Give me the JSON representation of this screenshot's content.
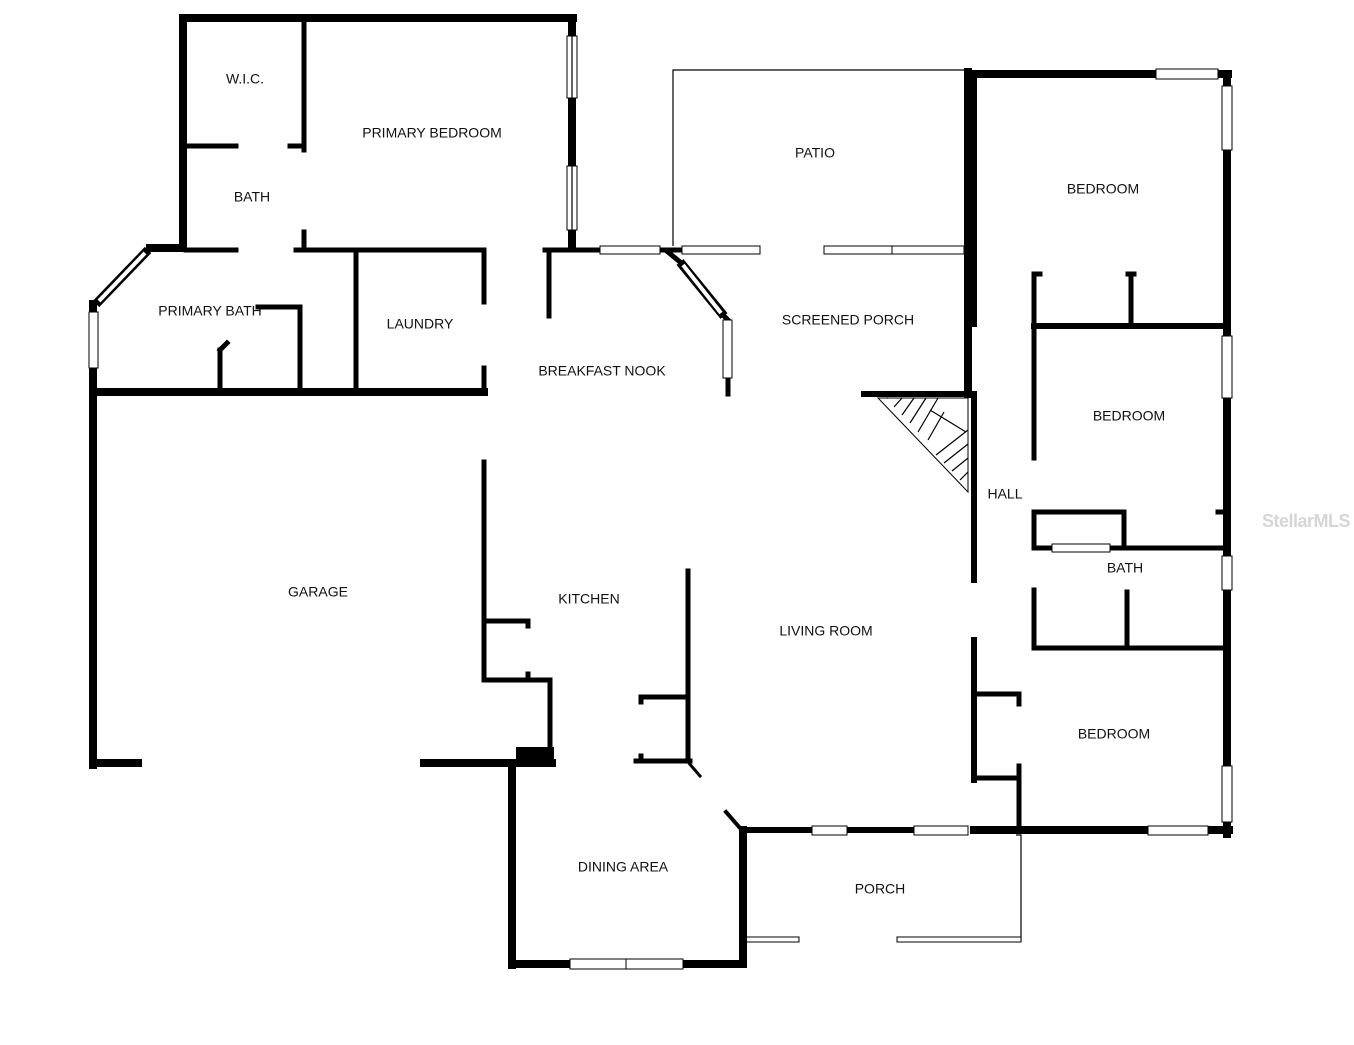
{
  "rooms": {
    "wic": "W.I.C.",
    "primary_bedroom": "PRIMARY BEDROOM",
    "bath_primary_area": "BATH",
    "primary_bath": "PRIMARY BATH",
    "laundry": "LAUNDRY",
    "patio": "PATIO",
    "bedroom_ne": "BEDROOM",
    "screened_porch": "SCREENED PORCH",
    "breakfast_nook": "BREAKFAST NOOK",
    "bedroom_e": "BEDROOM",
    "hall": "HALL",
    "bath_hall": "BATH",
    "garage": "GARAGE",
    "kitchen": "KITCHEN",
    "living_room": "LIVING ROOM",
    "bedroom_se": "BEDROOM",
    "dining_area": "DINING AREA",
    "porch": "PORCH"
  },
  "watermark": "StellarMLS",
  "colors": {
    "wall": "#000000",
    "background": "#ffffff",
    "watermark": "#d6d6d6"
  }
}
